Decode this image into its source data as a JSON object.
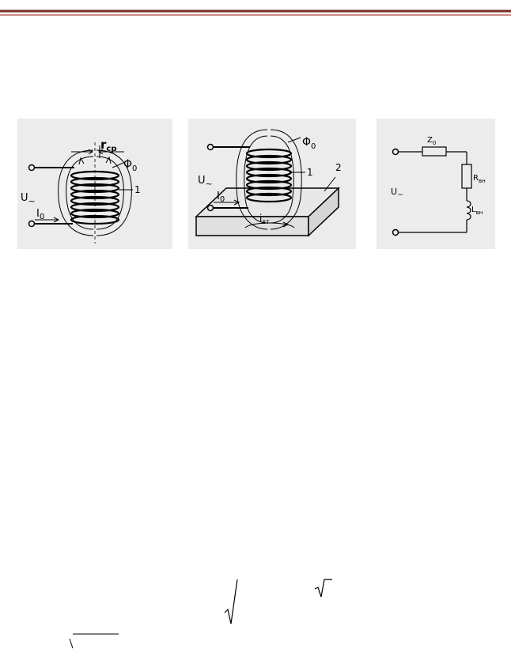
{
  "colors": {
    "top_rule": "#8a2b22",
    "ink": "#000000",
    "figure_bg": "#ececec"
  },
  "figures": {
    "left": {
      "u_label": "U",
      "u_sub": "~",
      "i_label": "I",
      "i_sub": "0",
      "r_label": "r",
      "r_sub": "ср",
      "phi_label": "Φ",
      "phi_sub": "0",
      "coil_num": "1"
    },
    "middle": {
      "u_label": "U",
      "u_sub": "~",
      "i_label": "I",
      "i_sub": "0",
      "phi_label": "Φ",
      "phi_sub": "0",
      "coil_num": "1",
      "plate_num": "2",
      "ivt_label": "i",
      "ivt_sub": "вт"
    },
    "right": {
      "u_label": "U",
      "u_sub": "~",
      "z_label": "Z",
      "z_sub": "0",
      "r_label": "R",
      "r_sub": "вн",
      "l_label": "L",
      "l_sub": "вн"
    }
  }
}
